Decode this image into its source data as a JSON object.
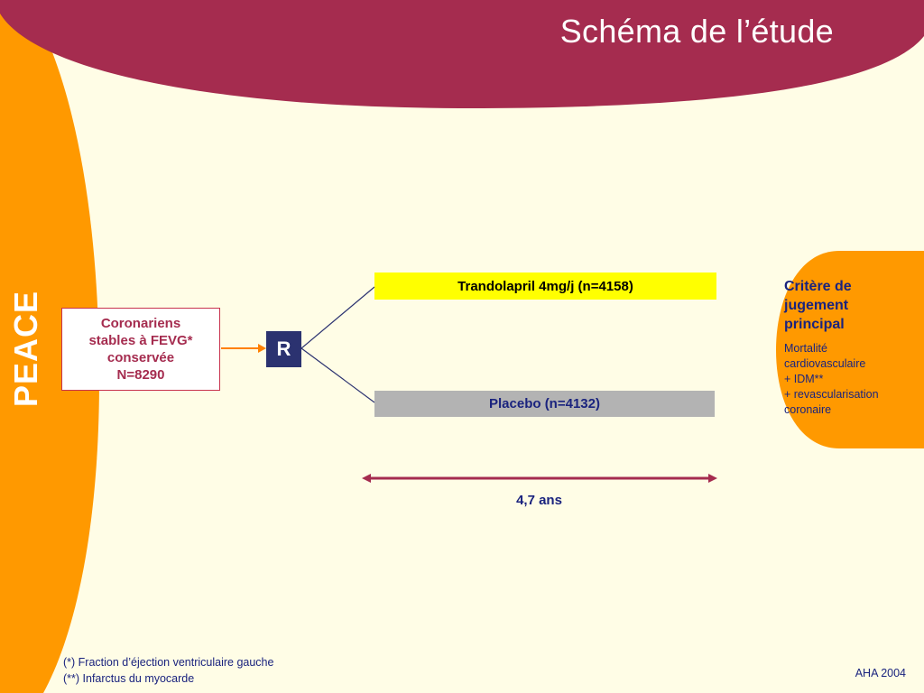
{
  "title": "Schéma de l’étude",
  "side_label": "PEACE",
  "population": {
    "lines": [
      "Coronariens",
      "stables à FEVG*",
      "conservée",
      "N=8290"
    ]
  },
  "randomization_label": "R",
  "arms": {
    "trandolapril": "Trandolapril  4mg/j (n=4158)",
    "placebo": "Placebo (n=4132)"
  },
  "duration_label": "4,7 ans",
  "endpoint": {
    "title": [
      "Critère de",
      "jugement",
      "principal"
    ],
    "lines": [
      "Mortalité",
      "cardiovasculaire",
      "+ IDM**",
      "+ revascularisation",
      "coronaire"
    ]
  },
  "footnotes": [
    "(*) Fraction d’éjection ventriculaire gauche",
    "(**) Infarctus du myocarde"
  ],
  "source": "AHA 2004",
  "colors": {
    "header": "#a52c4f",
    "side_band": "#ff9900",
    "background": "#fffde6",
    "randomization": "#2b3270",
    "trandolapril_arm": "#ffff00",
    "placebo_arm": "#b3b3b3",
    "text": "#1a237e"
  }
}
